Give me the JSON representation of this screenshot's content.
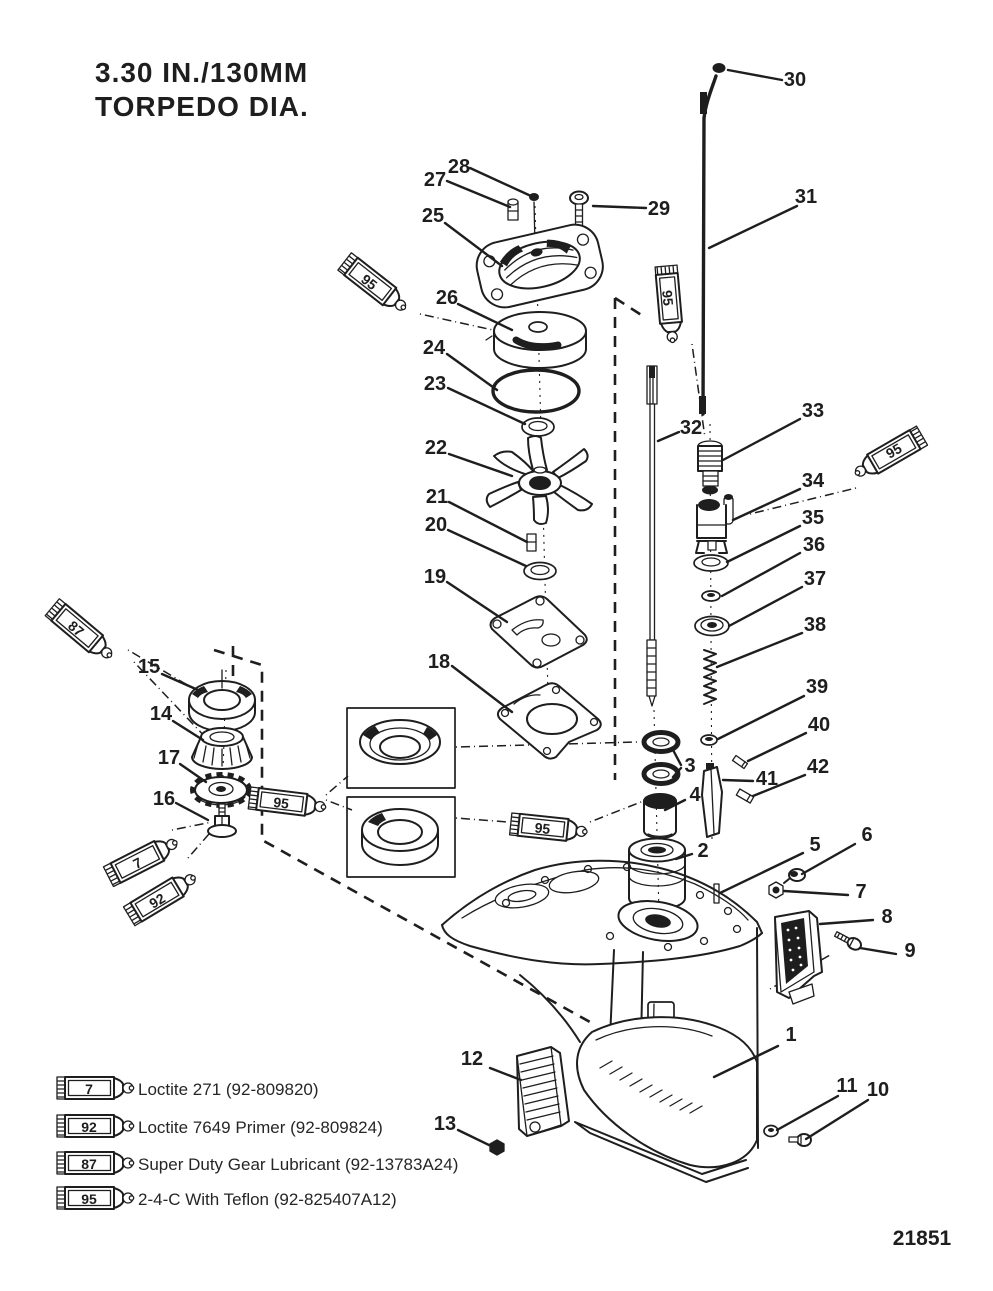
{
  "title": {
    "line1": "3.30 IN./130MM",
    "line2": "TORPEDO DIA."
  },
  "doc_number": "21851",
  "callouts": {
    "1": "1",
    "2": "2",
    "3": "3",
    "4": "4",
    "5": "5",
    "6": "6",
    "7": "7",
    "8": "8",
    "9": "9",
    "10": "10",
    "11": "11",
    "12": "12",
    "13": "13",
    "14": "14",
    "15": "15",
    "16": "16",
    "17": "17",
    "18": "18",
    "19": "19",
    "20": "20",
    "21": "21",
    "22": "22",
    "23": "23",
    "24": "24",
    "25": "25",
    "26": "26",
    "27": "27",
    "28": "28",
    "29": "29",
    "30": "30",
    "31": "31",
    "32": "32",
    "33": "33",
    "34": "34",
    "35": "35",
    "36": "36",
    "37": "37",
    "38": "38",
    "39": "39",
    "40": "40",
    "41": "41",
    "42": "42"
  },
  "ref_labels": {
    "r7": "7",
    "r87": "87",
    "r92": "92",
    "r95": "95"
  },
  "legend": {
    "items": [
      {
        "code": "7",
        "text": "Loctite 271 (92-809820)"
      },
      {
        "code": "92",
        "text": "Loctite 7649 Primer (92-809824)"
      },
      {
        "code": "87",
        "text": "Super Duty Gear Lubricant (92-13783A24)"
      },
      {
        "code": "95",
        "text": "2-4-C  With Teflon (92-825407A12)"
      }
    ]
  }
}
